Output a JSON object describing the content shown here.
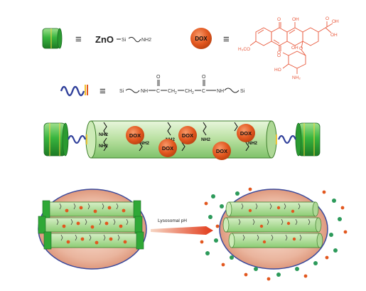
{
  "legend": {
    "zno_formula": "ZnO",
    "zno_si": "Si",
    "zno_amine": "NH2",
    "dox_label": "DOX",
    "equiv_symbol": "≡",
    "linker_si_left": "Si",
    "linker_nh_left": "NH",
    "linker_c1": "C",
    "linker_ch2_a": "CH",
    "linker_ch2_a_sub": "2",
    "linker_ch2_b": "CH",
    "linker_ch2_b_sub": "2",
    "linker_c2": "C",
    "linker_nh_right": "NH",
    "linker_si_right": "Si",
    "linker_o": "O"
  },
  "dox_structure": {
    "oh_top_left": "O",
    "oh_top_center": "OH",
    "oh_top_right": "O",
    "ketone_oh": "OH",
    "oh_ring": "OH",
    "oh_mid": "O",
    "oh_bottom": "OH",
    "methoxy": "H₃CO",
    "o_bottom": "O",
    "glycoside_o": "O",
    "sugar_me": "O",
    "sugar_ho": "HO",
    "sugar_nh2": "NH₂"
  },
  "assembly": {
    "amine_labels": [
      "NH2",
      "NH2",
      "NH2",
      "NH2",
      "NH2",
      "NH2"
    ],
    "dox_labels": [
      "DOX",
      "DOX",
      "DOX",
      "DOX",
      "DOX"
    ]
  },
  "release": {
    "arrow_label": "Lysosomal pH"
  },
  "colors": {
    "cap_green": "#2fa836",
    "tube_green": "#bfe3a9",
    "dox_orange": "#e2571f",
    "dox_structure_red": "#e8573a",
    "linker_blue": "#2f3f9a",
    "sphere_fill": "#e3a890",
    "sphere_edge": "#3b4a9c",
    "drug_dot_green": "#2c9a5a"
  }
}
